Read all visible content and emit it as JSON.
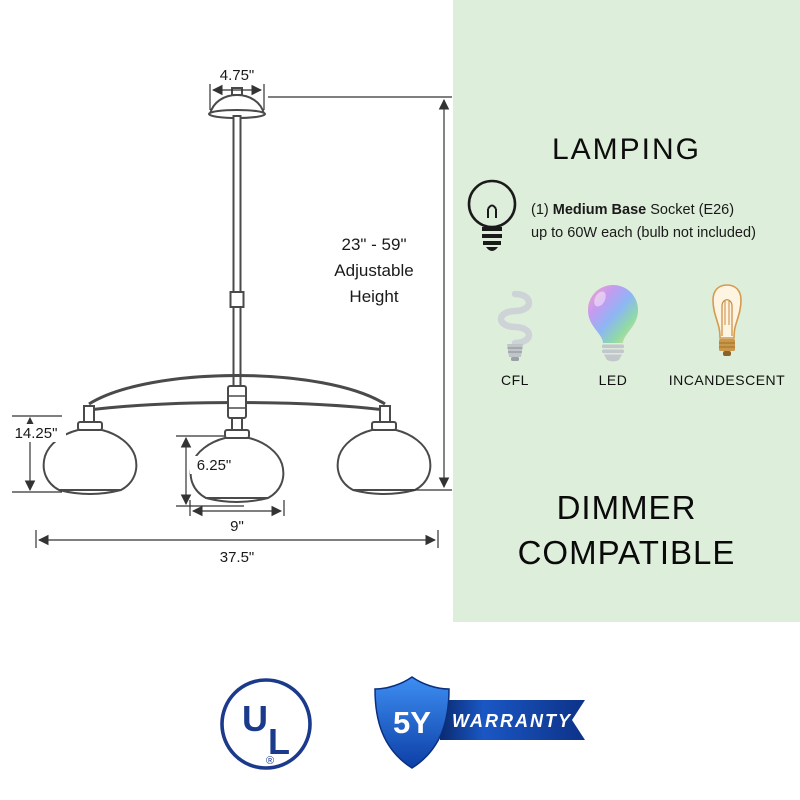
{
  "diagram": {
    "canopy_width_label": "4.75\"",
    "height_range_label": "23\" - 59\"",
    "height_adjustable_line1": "Adjustable",
    "height_adjustable_line2": "Height",
    "fixture_height_label": "14.25\"",
    "shade_height_label": "6.25\"",
    "shade_width_label": "9\"",
    "total_width_label": "37.5\""
  },
  "lamping": {
    "title": "LAMPING",
    "socket_prefix": "(1) ",
    "socket_bold": "Medium Base",
    "socket_suffix": " Socket (E26)",
    "socket_note": "up to 60W each (bulb not included)",
    "bulb_types": [
      "CFL",
      "LED",
      "INCANDESCENT"
    ],
    "dimmer_line1": "DIMMER",
    "dimmer_line2": "COMPATIBLE"
  },
  "badges": {
    "ul_letter_u": "U",
    "ul_letter_l": "L",
    "ul_registered": "®",
    "warranty_years": "5Y",
    "warranty_text": "WARRANTY"
  },
  "colors": {
    "panel_bg": "#ddeeda",
    "diagram_line": "#4a4a4a",
    "ul_blue": "#1b3a8c",
    "shield_blue_light": "#3e8ef2",
    "shield_blue_dark": "#0c3fa6",
    "banner_blue": "#1a57c4",
    "incandescent_amber": "#c9984a"
  }
}
